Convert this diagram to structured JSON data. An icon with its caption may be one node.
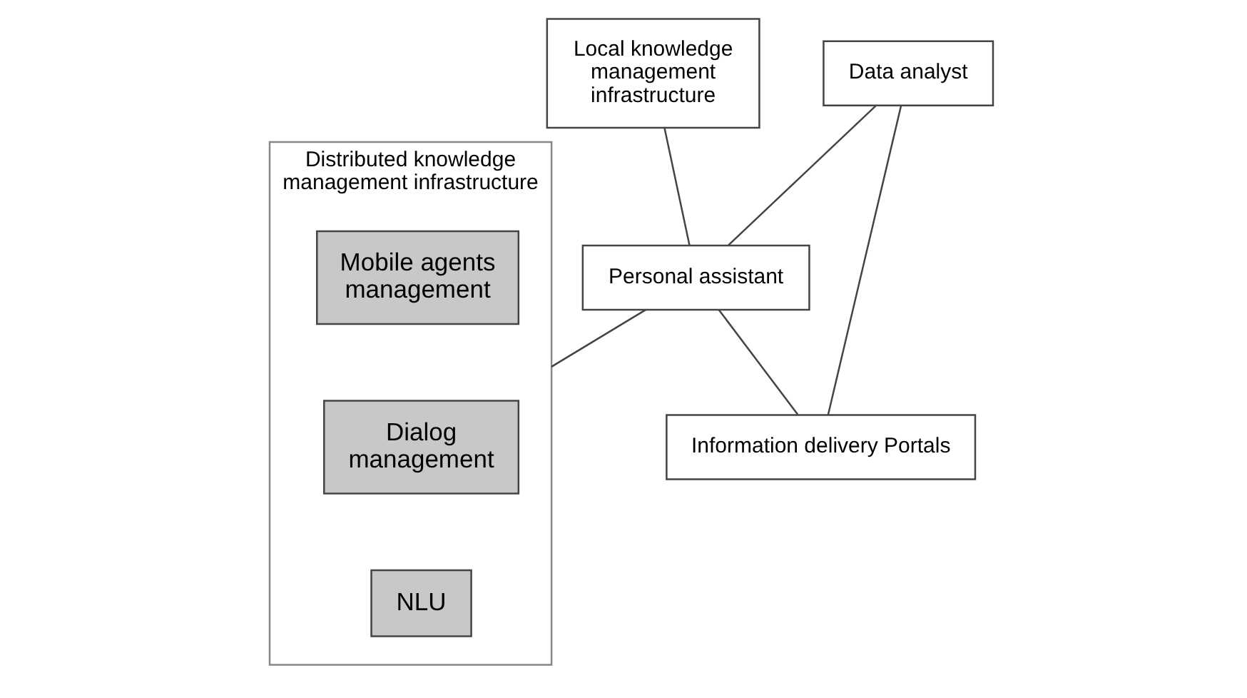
{
  "diagram": {
    "nodes": [
      {
        "text": [
          "Local knowledge management infrastructure"
        ]
      },
      {
        "text": [
          "Data analyst"
        ]
      },
      {
        "text": [
          "Personal assistant"
        ]
      },
      {
        "text": [
          "Distributed knowledge management infrastructure"
        ]
      },
      {
        "text": [
          "Mobile agents management"
        ],
        "in": 3
      },
      {
        "text": [
          "Dialog management"
        ],
        "in": 3
      },
      {
        "text": [
          "NLU"
        ],
        "in": 3
      },
      {
        "text": [
          "Information delivery Portals"
        ]
      }
    ],
    "edges": [
      {
        "from": 0,
        "to": 2,
        "arrow": "none"
      },
      {
        "from": 1,
        "to": 2,
        "arrow": "none"
      },
      {
        "from": 2,
        "to": 3,
        "arrow": "none"
      },
      {
        "from": 1,
        "to": 7,
        "arrow": "none"
      },
      {
        "from": 2,
        "to": 7,
        "arrow": "none"
      }
    ]
  }
}
